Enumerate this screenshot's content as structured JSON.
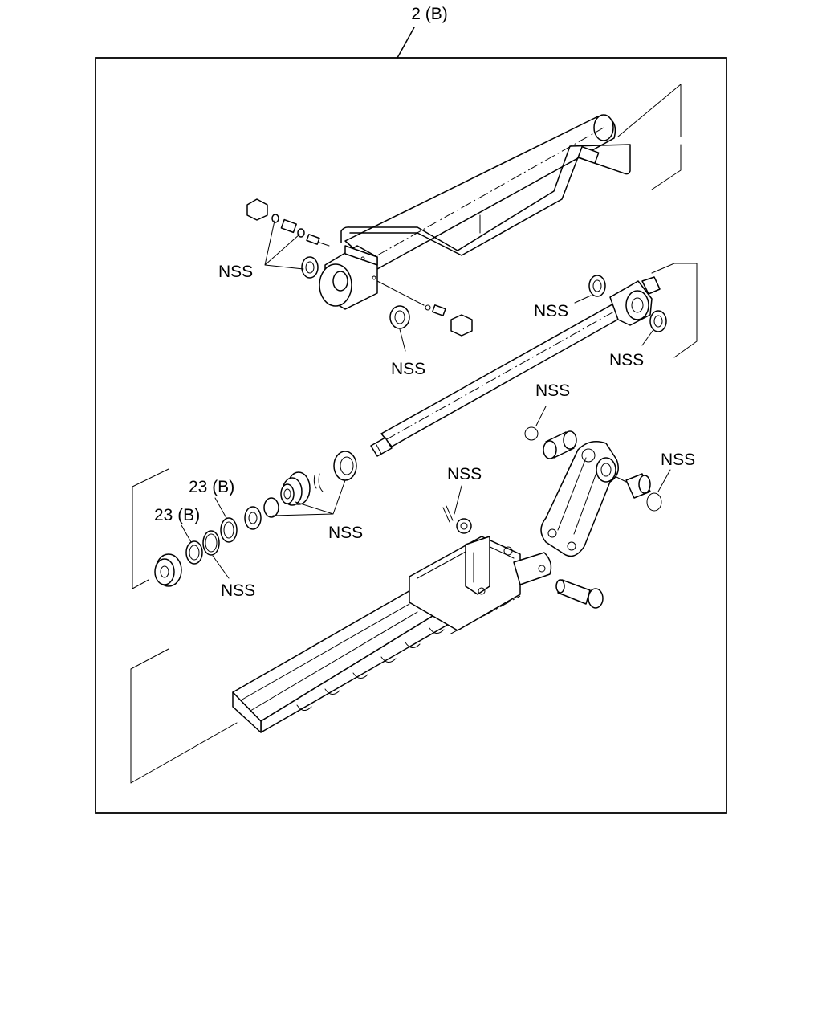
{
  "diagram": {
    "assembly_label": "2 (B)",
    "callouts": [
      {
        "id": "nss-plug-group",
        "text": "NSS"
      },
      {
        "id": "nss-lower-seal",
        "text": "NSS"
      },
      {
        "id": "nss-right-upper-washer",
        "text": "NSS"
      },
      {
        "id": "nss-right-lower-washer",
        "text": "NSS"
      },
      {
        "id": "nss-link-ring-top",
        "text": "NSS"
      },
      {
        "id": "nss-link-ring-right",
        "text": "NSS"
      },
      {
        "id": "nss-cotter-pin",
        "text": "NSS"
      },
      {
        "id": "nss-piston-group",
        "text": "NSS"
      },
      {
        "id": "part-23b-upper",
        "text": "23 (B)"
      },
      {
        "id": "part-23b-lower",
        "text": "23 (B)"
      },
      {
        "id": "nss-oring-bottom",
        "text": "NSS"
      }
    ]
  }
}
